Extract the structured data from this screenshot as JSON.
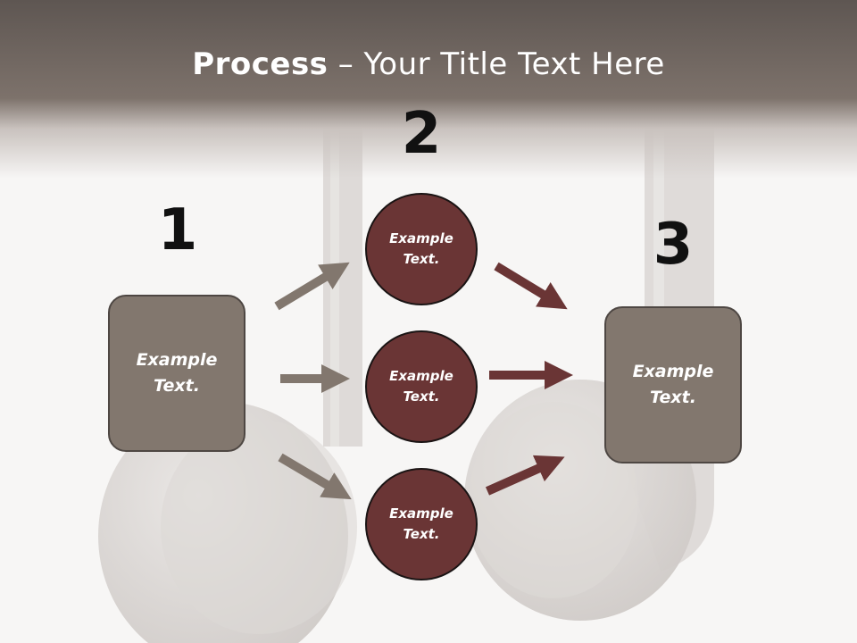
{
  "slide": {
    "title_bold": "Process",
    "title_rest": " – Your Title Text Here"
  },
  "steps": {
    "one": {
      "number": "1",
      "box_text": "Example\nText."
    },
    "two": {
      "number": "2",
      "circles": [
        "Example\nText.",
        "Example\nText.",
        "Example\nText."
      ]
    },
    "three": {
      "number": "3",
      "box_text": "Example\nText."
    }
  },
  "colors": {
    "header": "#7d726b",
    "box_fill": "#82776e",
    "box_border": "#4e4743",
    "circle_fill": "#6a3535",
    "circle_border": "#1a1414",
    "arrow_left": "#82776e",
    "arrow_right": "#6a3535",
    "number_text": "#111111"
  }
}
